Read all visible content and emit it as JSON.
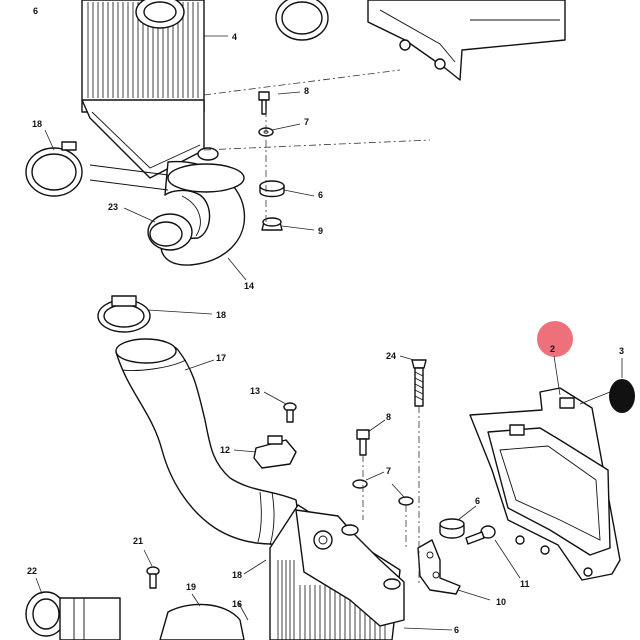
{
  "colors": {
    "line": "#111111",
    "highlight": "#e8404f",
    "seal": "#111111",
    "background": "#ffffff"
  },
  "callouts": [
    {
      "id": "c6a",
      "text": "6"
    },
    {
      "id": "c4",
      "text": "4"
    },
    {
      "id": "c8a",
      "text": "8"
    },
    {
      "id": "c7a",
      "text": "7"
    },
    {
      "id": "c18a",
      "text": "18"
    },
    {
      "id": "c6b",
      "text": "6"
    },
    {
      "id": "c23",
      "text": "23"
    },
    {
      "id": "c9",
      "text": "9"
    },
    {
      "id": "c14",
      "text": "14"
    },
    {
      "id": "c18b",
      "text": "18"
    },
    {
      "id": "c17",
      "text": "17"
    },
    {
      "id": "c24",
      "text": "24"
    },
    {
      "id": "c2",
      "text": "2"
    },
    {
      "id": "c3",
      "text": "3"
    },
    {
      "id": "c13",
      "text": "13"
    },
    {
      "id": "c8b",
      "text": "8"
    },
    {
      "id": "c12",
      "text": "12"
    },
    {
      "id": "c7b",
      "text": "7"
    },
    {
      "id": "c6c",
      "text": "6"
    },
    {
      "id": "c21",
      "text": "21"
    },
    {
      "id": "c11",
      "text": "11"
    },
    {
      "id": "c22",
      "text": "22"
    },
    {
      "id": "c19",
      "text": "19"
    },
    {
      "id": "c18c",
      "text": "18"
    },
    {
      "id": "c10",
      "text": "10"
    },
    {
      "id": "c16",
      "text": "16"
    },
    {
      "id": "c6d",
      "text": "6"
    }
  ],
  "highlighted_part": "2"
}
